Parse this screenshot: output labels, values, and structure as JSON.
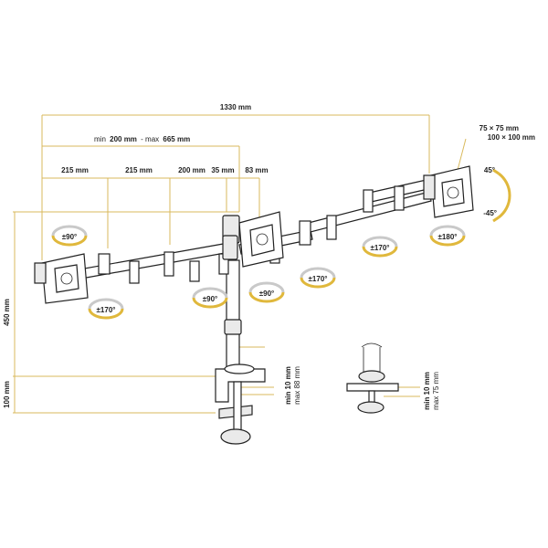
{
  "dimensions": {
    "total_width": "1330 mm",
    "extension_min_label": "min",
    "extension_min_value": "200 mm",
    "extension_sep": "- max",
    "extension_max_value": "665 mm",
    "segment_1": "215 mm",
    "segment_2": "215 mm",
    "segment_3": "200 mm",
    "segment_4": "35 mm",
    "segment_5": "83 mm",
    "vesa_1": "75 × 75 mm",
    "vesa_2": "100 × 100 mm",
    "height": "450 mm",
    "base_height": "100 mm",
    "clamp_min": "min 10 mm",
    "clamp_max": "max 88 mm",
    "grommet_min": "min 10 mm",
    "grommet_max": "max 75 mm"
  },
  "rotations": {
    "left_plate": "±90°",
    "left_arm": "±170°",
    "mid_arm_1": "±90°",
    "center_plate": "±90°",
    "mid_arm_2": "±170°",
    "right_arm": "±170°",
    "right_plate": "±180°",
    "tilt_up": "45°",
    "tilt_down": "-45°"
  },
  "colors": {
    "accent": "#e0b83c",
    "dimension_line": "#d9b95c",
    "outline": "#222222"
  }
}
